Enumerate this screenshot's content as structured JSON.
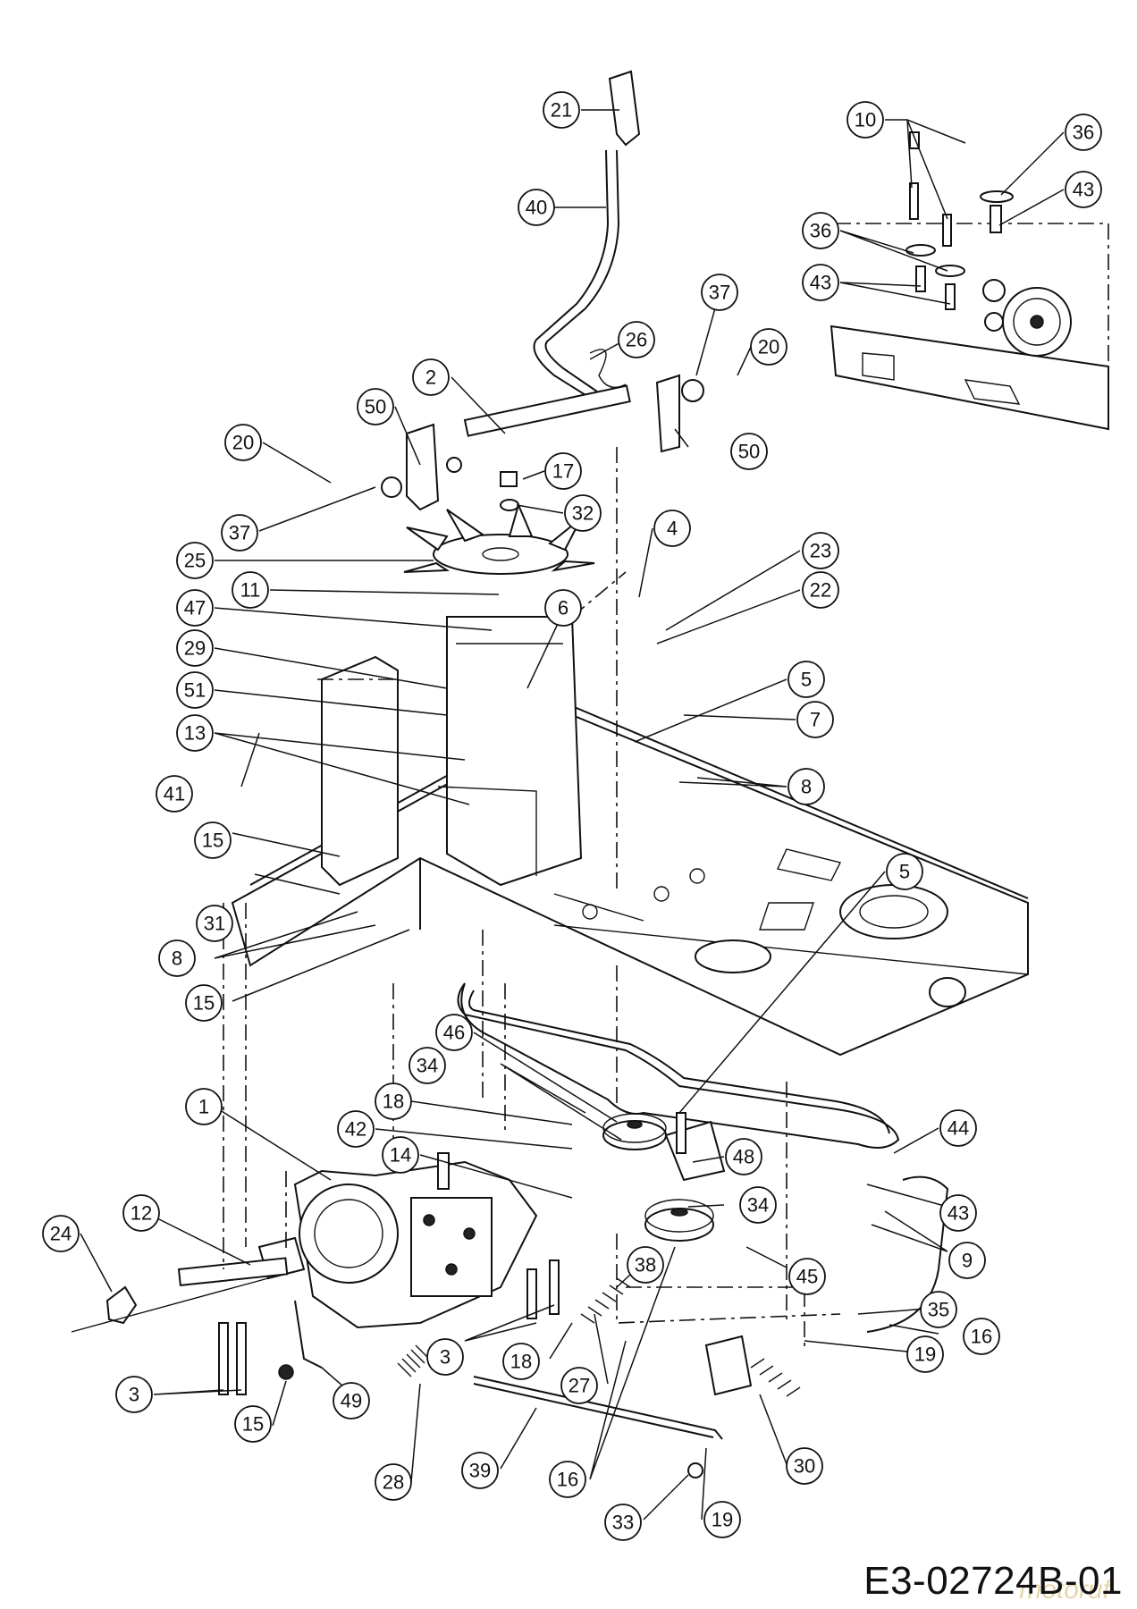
{
  "diagram": {
    "document_code": "E3-02724B-01",
    "watermark": "motoruf",
    "callouts": [
      {
        "id": "c21",
        "label": "21"
      },
      {
        "id": "c40",
        "label": "40"
      },
      {
        "id": "c10",
        "label": "10"
      },
      {
        "id": "c36a",
        "label": "36"
      },
      {
        "id": "c43a",
        "label": "43"
      },
      {
        "id": "c36b",
        "label": "36"
      },
      {
        "id": "c43b",
        "label": "43"
      },
      {
        "id": "c37a",
        "label": "37"
      },
      {
        "id": "c26",
        "label": "26"
      },
      {
        "id": "c20a",
        "label": "20"
      },
      {
        "id": "c2",
        "label": "2"
      },
      {
        "id": "c50a",
        "label": "50"
      },
      {
        "id": "c50b",
        "label": "50"
      },
      {
        "id": "c20b",
        "label": "20"
      },
      {
        "id": "c17",
        "label": "17"
      },
      {
        "id": "c32",
        "label": "32"
      },
      {
        "id": "c37b",
        "label": "37"
      },
      {
        "id": "c25",
        "label": "25"
      },
      {
        "id": "c4",
        "label": "4"
      },
      {
        "id": "c23",
        "label": "23"
      },
      {
        "id": "c22",
        "label": "22"
      },
      {
        "id": "c11",
        "label": "11"
      },
      {
        "id": "c47",
        "label": "47"
      },
      {
        "id": "c6",
        "label": "6"
      },
      {
        "id": "c29",
        "label": "29"
      },
      {
        "id": "c51",
        "label": "51"
      },
      {
        "id": "c5a",
        "label": "5"
      },
      {
        "id": "c13",
        "label": "13"
      },
      {
        "id": "c7",
        "label": "7"
      },
      {
        "id": "c41",
        "label": "41"
      },
      {
        "id": "c8a",
        "label": "8"
      },
      {
        "id": "c15a",
        "label": "15"
      },
      {
        "id": "c31",
        "label": "31"
      },
      {
        "id": "c8b",
        "label": "8"
      },
      {
        "id": "c15b",
        "label": "15"
      },
      {
        "id": "c5b",
        "label": "5"
      },
      {
        "id": "c46",
        "label": "46"
      },
      {
        "id": "c34a",
        "label": "34"
      },
      {
        "id": "c18a",
        "label": "18"
      },
      {
        "id": "c1",
        "label": "1"
      },
      {
        "id": "c42",
        "label": "42"
      },
      {
        "id": "c44",
        "label": "44"
      },
      {
        "id": "c14",
        "label": "14"
      },
      {
        "id": "c48",
        "label": "48"
      },
      {
        "id": "c12",
        "label": "12"
      },
      {
        "id": "c34b",
        "label": "34"
      },
      {
        "id": "c43c",
        "label": "43"
      },
      {
        "id": "c24",
        "label": "24"
      },
      {
        "id": "c9",
        "label": "9"
      },
      {
        "id": "c45",
        "label": "45"
      },
      {
        "id": "c38",
        "label": "38"
      },
      {
        "id": "c35",
        "label": "35"
      },
      {
        "id": "c3a",
        "label": "3"
      },
      {
        "id": "c16a",
        "label": "16"
      },
      {
        "id": "c18b",
        "label": "18"
      },
      {
        "id": "c19a",
        "label": "19"
      },
      {
        "id": "c27",
        "label": "27"
      },
      {
        "id": "c3b",
        "label": "3"
      },
      {
        "id": "c49",
        "label": "49"
      },
      {
        "id": "c15c",
        "label": "15"
      },
      {
        "id": "c30",
        "label": "30"
      },
      {
        "id": "c28",
        "label": "28"
      },
      {
        "id": "c39",
        "label": "39"
      },
      {
        "id": "c16b",
        "label": "16"
      },
      {
        "id": "c33",
        "label": "33"
      },
      {
        "id": "c19b",
        "label": "19"
      }
    ]
  }
}
